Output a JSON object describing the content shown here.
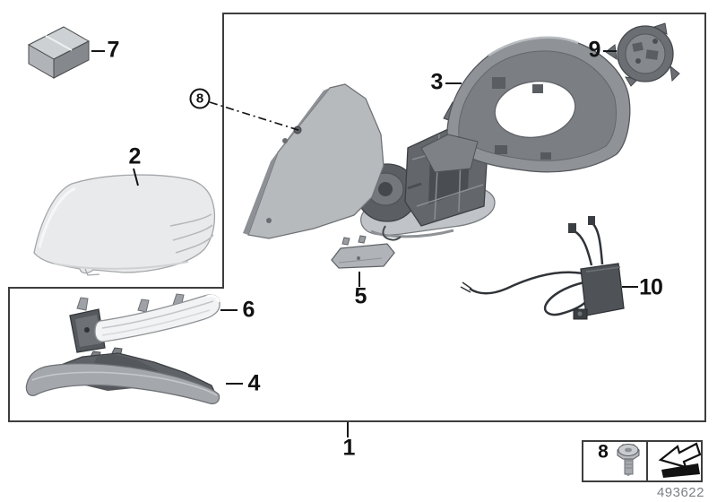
{
  "diagram": {
    "kind": "exploded-parts-diagram",
    "callouts": {
      "1": "1",
      "2": "2",
      "3": "3",
      "4": "4",
      "5": "5",
      "6": "6",
      "7": "7",
      "8": "8",
      "9": "9",
      "10": "10"
    },
    "legend": {
      "ref": "8",
      "fastener_icon": "hex-bolt-icon",
      "arrow_icon": "direction-arrow-icon"
    },
    "drawing_number": "493622",
    "colors": {
      "outline": "#3d3d3d",
      "label": "#121212",
      "part_light": "#e9eaeb",
      "part_mid": "#9a9ea2",
      "part_dark": "#54585c",
      "number_gray": "#7d8184"
    }
  }
}
